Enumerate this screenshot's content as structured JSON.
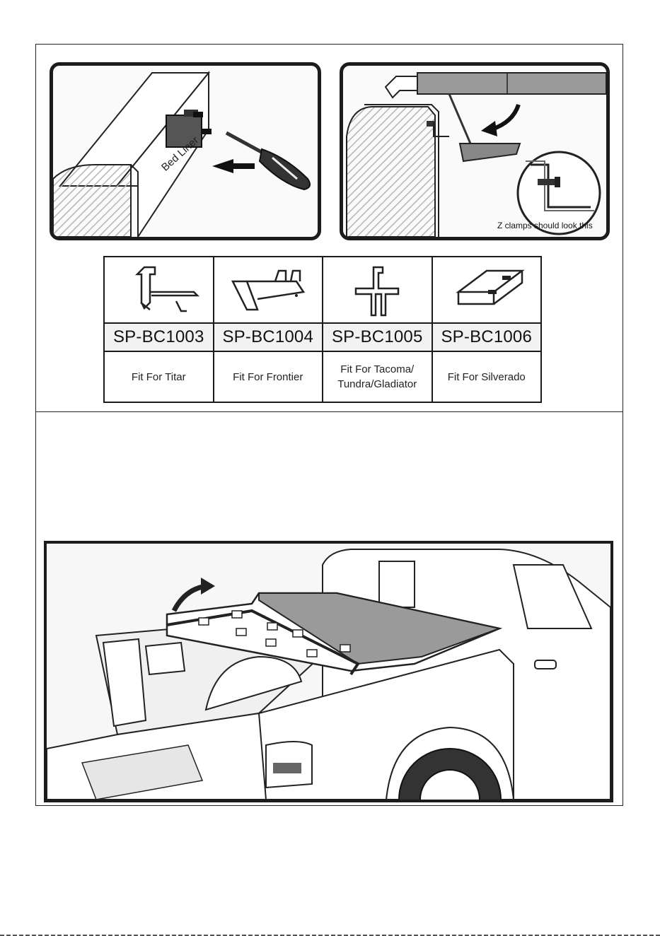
{
  "step_top": {
    "bed_liner_label": "Bed Liner",
    "zclamp_note": "Z clamps should look this"
  },
  "parts_table": {
    "parts": [
      {
        "code": "SP-BC1003",
        "fit": "Fit For Titar",
        "icon": "clamp-bc1003-icon"
      },
      {
        "code": "SP-BC1004",
        "fit": "Fit For Frontier",
        "icon": "clamp-bc1004-icon"
      },
      {
        "code": "SP-BC1005",
        "fit": "Fit For Tacoma/\nTundra/Gladiator",
        "icon": "clamp-bc1005-icon"
      },
      {
        "code": "SP-BC1006",
        "fit": "Fit For Silverado",
        "icon": "clamp-bc1006-icon"
      }
    ]
  },
  "colors": {
    "line": "#1c1c1c",
    "cover": "#9a9a9a",
    "hatch": "#b5b5b5"
  }
}
